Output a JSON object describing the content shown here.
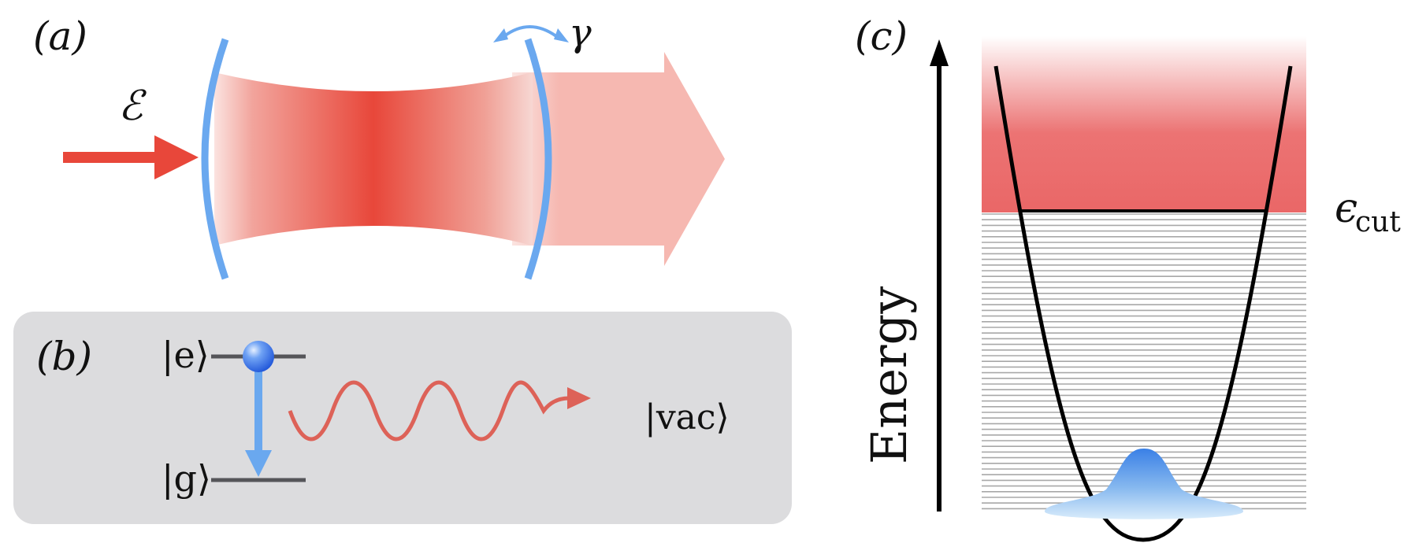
{
  "panels": {
    "a": {
      "label": "(a)",
      "drive_symbol": "ℰ",
      "decay_symbol": "γ"
    },
    "b": {
      "label": "(b)",
      "excited_state": "|e⟩",
      "ground_state": "|g⟩",
      "vacuum_state": "|vac⟩"
    },
    "c": {
      "label": "(c)",
      "axis_label": "Energy",
      "cutoff_symbol": "ϵ",
      "cutoff_subscript": "cut"
    }
  },
  "colors": {
    "mirror": "#6aa8ef",
    "beam": "#e8473a",
    "output_beam": "#f6b8b1",
    "panel_b_background": "#dcdcde",
    "level_line": "#555559",
    "photon": "#dd6258",
    "cutoff_region": "#ea6767",
    "level_grid": "#a8a8a8",
    "wavepacket": "#3b86e8"
  }
}
